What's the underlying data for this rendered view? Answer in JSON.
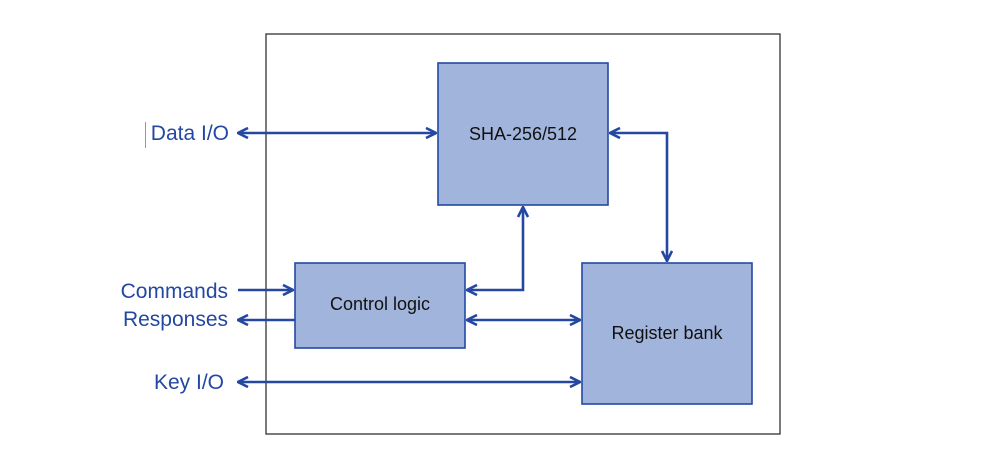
{
  "colors": {
    "block_fill": "#a1b4db",
    "block_stroke": "#2448a2",
    "arrow": "#2448a2",
    "io_text": "#2448a2",
    "frame_stroke": "#333333"
  },
  "blocks": {
    "sha": "SHA-256/512",
    "control": "Control logic",
    "register": "Register bank"
  },
  "io": {
    "data": "Data I/O",
    "commands": "Commands",
    "responses": "Responses",
    "key": "Key I/O"
  }
}
